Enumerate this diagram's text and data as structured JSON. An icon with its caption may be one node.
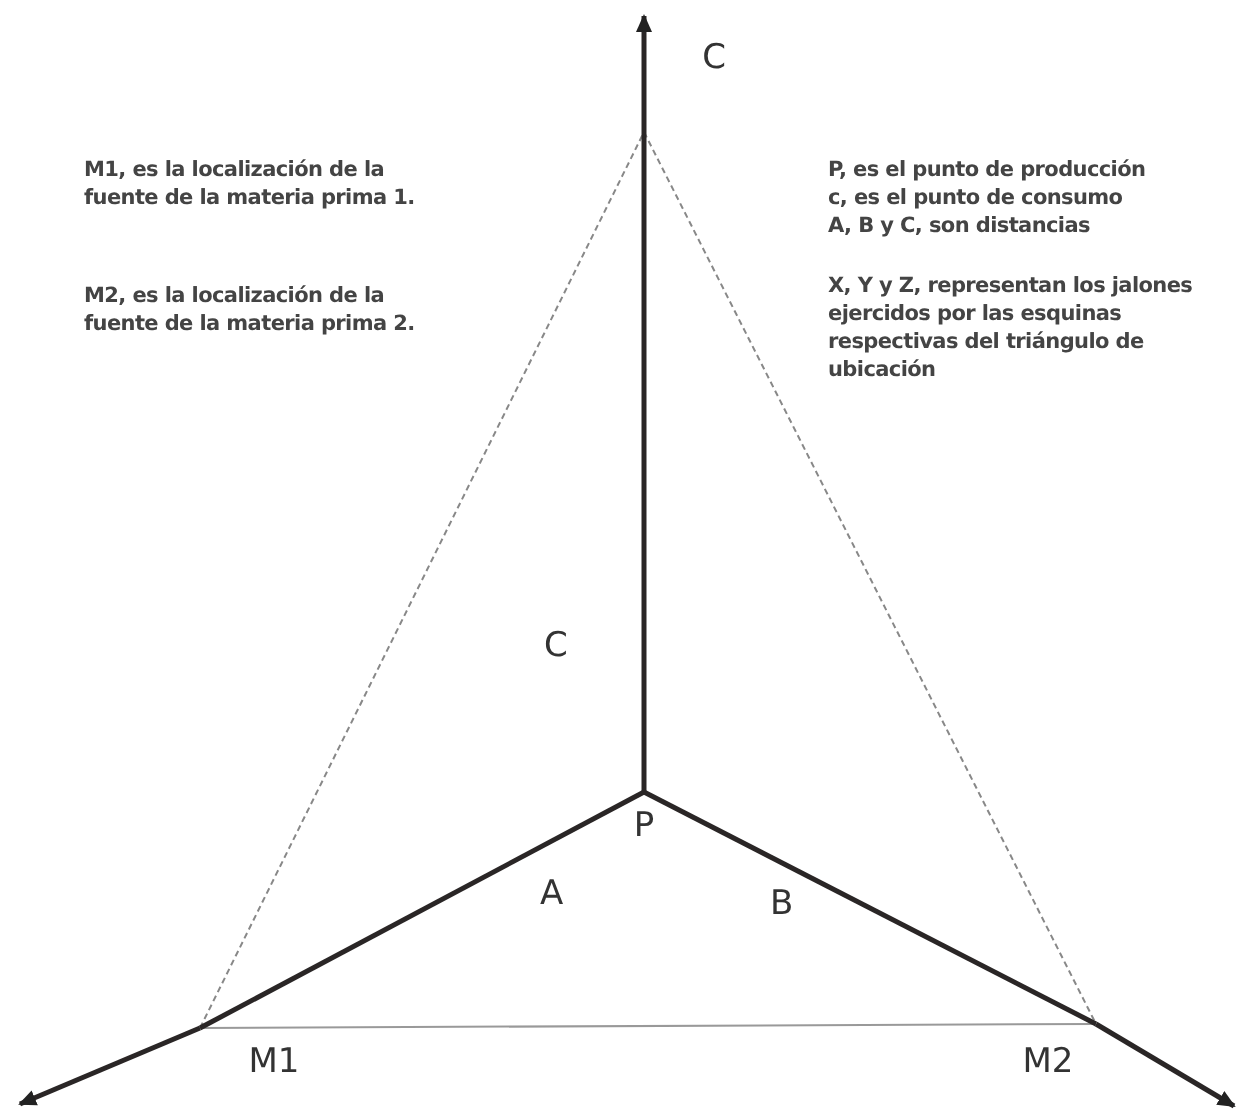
{
  "diagram": {
    "nodes": [
      {
        "text": [
          "C"
        ]
      },
      {
        "text": [
          "P"
        ]
      },
      {
        "text": [
          "M1"
        ]
      },
      {
        "text": [
          "M2"
        ]
      }
    ],
    "edges": [
      {
        "from": 1,
        "to": 0,
        "arrow": "to",
        "label": "C"
      },
      {
        "from": 1,
        "to": 2,
        "arrow": "none",
        "label": "A"
      },
      {
        "from": 1,
        "to": 3,
        "arrow": "none",
        "label": "B"
      },
      {
        "from": 2,
        "to": null,
        "arrow": "to"
      },
      {
        "from": 3,
        "to": null,
        "arrow": "to"
      }
    ],
    "labels": [
      "M1, es la localización de la fuente de la materia prima 1.",
      "M2, es la localización de la fuente de la materia prima 2.",
      "P, es el punto de producción",
      "c, es el punto de consumo",
      "A, B y C, son distancias",
      "X, Y y Z, representan los jalones ejercidos por las esquinas respectivas del triángulo de ubicación"
    ]
  }
}
